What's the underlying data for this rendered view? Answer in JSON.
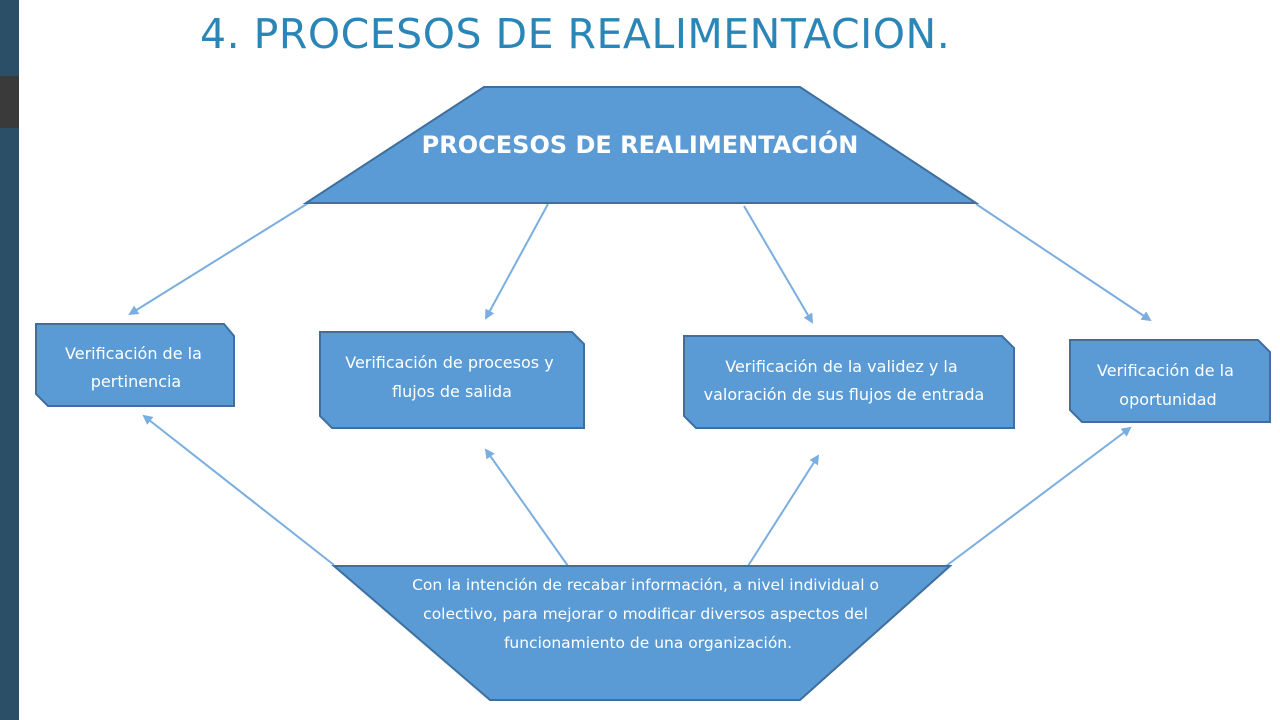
{
  "slide": {
    "title": "4. PROCESOS DE REALIMENTACION."
  },
  "diagram": {
    "top_node": "PROCESOS DE REALIMENTACIÓN",
    "middle_nodes": [
      {
        "lines": [
          "Verificación de la",
          "pertinencia"
        ]
      },
      {
        "lines": [
          "Verificación de procesos y",
          "flujos de salida"
        ]
      },
      {
        "lines": [
          "Verificación de la validez y la",
          "valoración de sus flujos de entrada"
        ]
      },
      {
        "lines": [
          "Verificación de la",
          "oportunidad"
        ]
      }
    ],
    "bottom_node": {
      "lines": [
        "Con la intención de recabar información, a nivel individual o",
        "colectivo, para mejorar o modificar diversos aspectos del",
        "funcionamiento de una organización."
      ]
    }
  },
  "colors": {
    "shape_fill": "#5b9bd5",
    "shape_stroke": "#3e6f9e",
    "arrow": "#7aaee0",
    "title": "#2a86b6",
    "sidebar": "#2b4f66"
  }
}
